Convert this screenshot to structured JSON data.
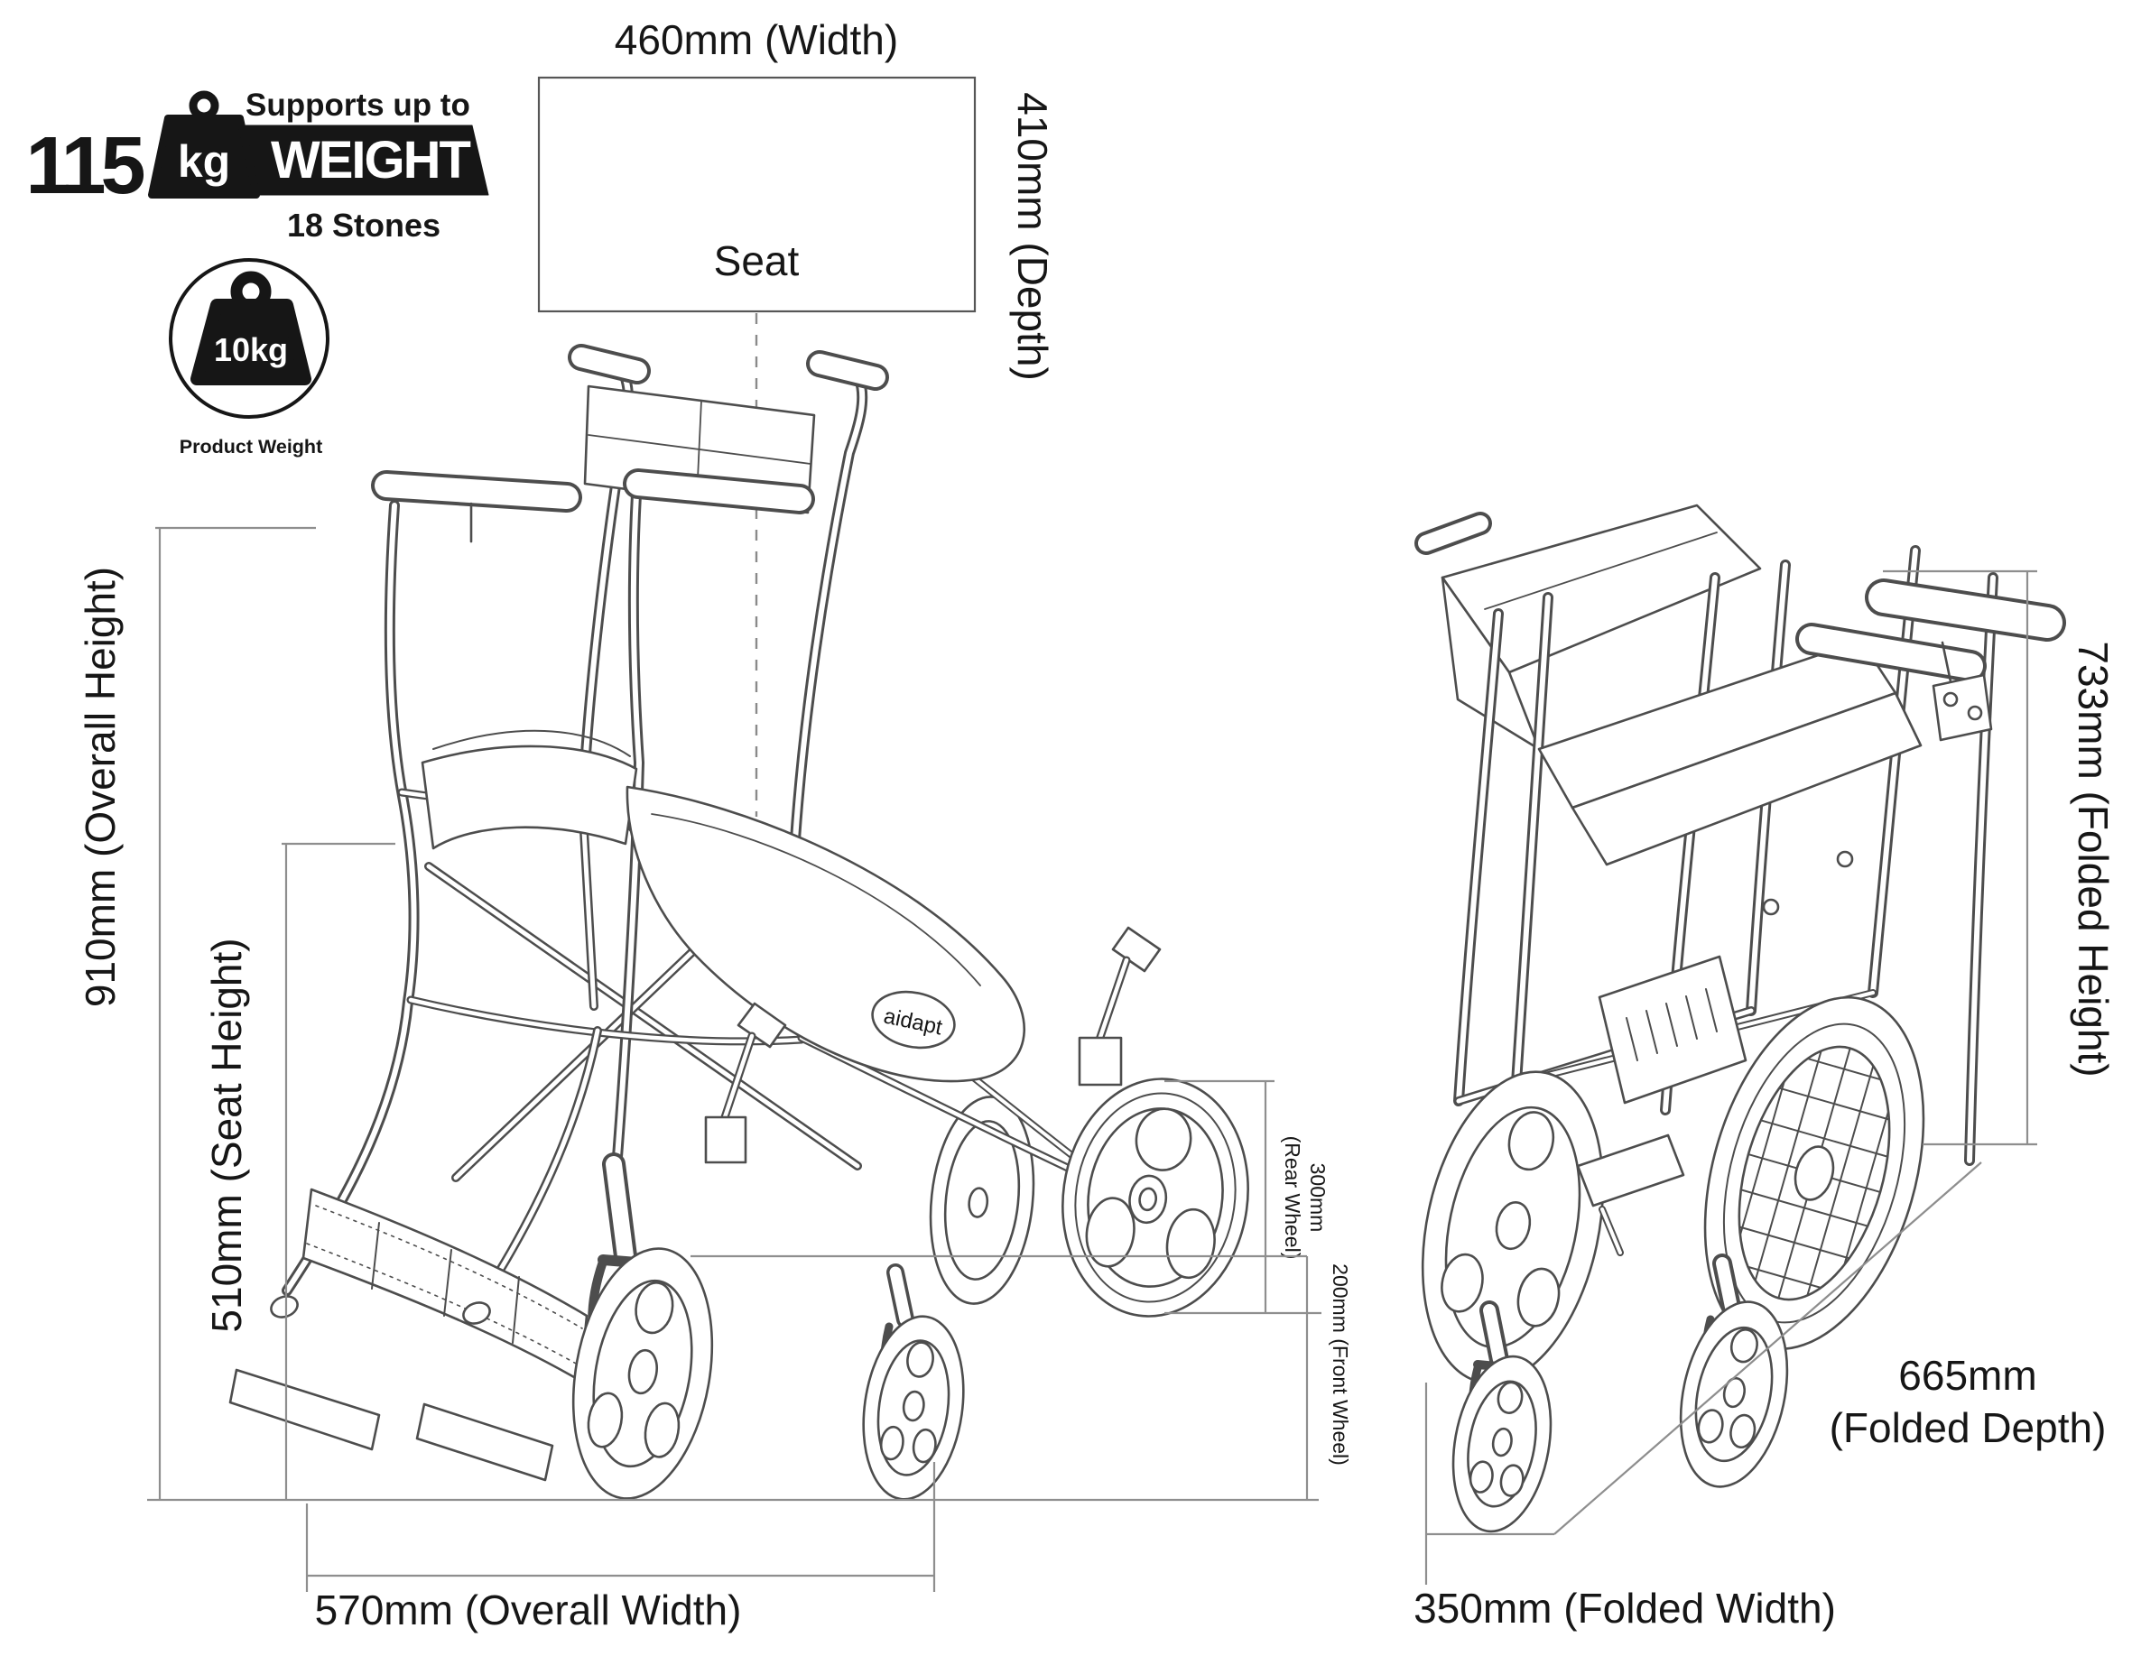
{
  "badge": {
    "max_user_weight_value": "115",
    "max_user_weight_unit": "kg",
    "supports_label": "Supports up to",
    "weight_label": "WEIGHT",
    "stones_label": "18 Stones"
  },
  "product_weight": {
    "value": "10kg",
    "label": "Product Weight"
  },
  "seat": {
    "width_label": "460mm (Width)",
    "depth_label": "410mm (Depth)",
    "name": "Seat"
  },
  "open_chair": {
    "overall_height_label": "910mm (Overall Height)",
    "seat_height_label": "510mm (Seat Height)",
    "overall_width_label": "570mm (Overall Width)",
    "rear_wheel_value": "300mm",
    "rear_wheel_name": "(Rear Wheel)",
    "front_wheel_label": "200mm (Front Wheel)",
    "brand": "aidapt"
  },
  "folded_chair": {
    "folded_height_label": "733mm (Folded Height)",
    "folded_depth_value": "665mm",
    "folded_depth_name": "(Folded Depth)",
    "folded_width_label": "350mm (Folded Width)"
  },
  "colors": {
    "ink": "#161616",
    "drawing_line": "#4d4d4d",
    "dimension_line": "#8e8e8e",
    "background": "#ffffff"
  }
}
